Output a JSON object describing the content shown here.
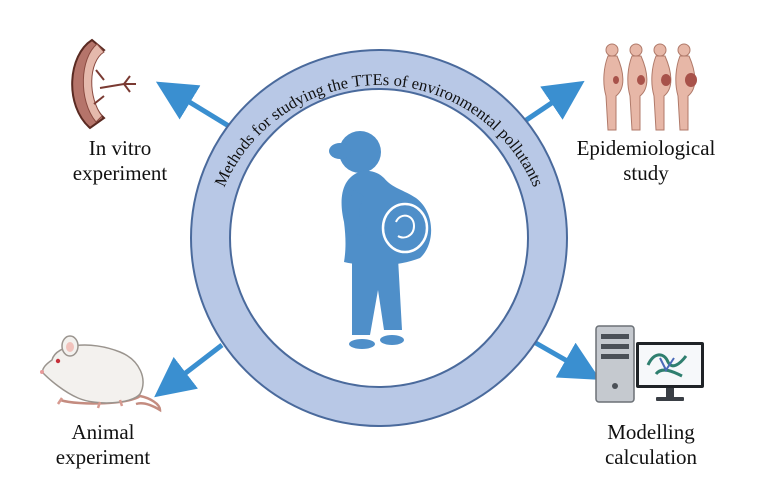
{
  "ring": {
    "title": "Methods for studying the TTEs of environmental pollutants",
    "fill_color": "#b8c8e6",
    "stroke_color": "#4a6a9c"
  },
  "center": {
    "icon": "pregnant-woman-icon",
    "color": "#4f8fc9"
  },
  "arrow_color": "#3a8fd0",
  "methods": [
    {
      "id": "in-vitro",
      "icon": "placenta-icon",
      "line1": "In vitro",
      "line2": "experiment"
    },
    {
      "id": "epidemiological",
      "icon": "pregnant-women-group-icon",
      "line1": "Epidemiological",
      "line2": "study"
    },
    {
      "id": "animal",
      "icon": "rat-icon",
      "line1": "Animal",
      "line2": "experiment"
    },
    {
      "id": "modelling",
      "icon": "computer-molecule-icon",
      "line1": "Modelling",
      "line2": "calculation"
    }
  ]
}
